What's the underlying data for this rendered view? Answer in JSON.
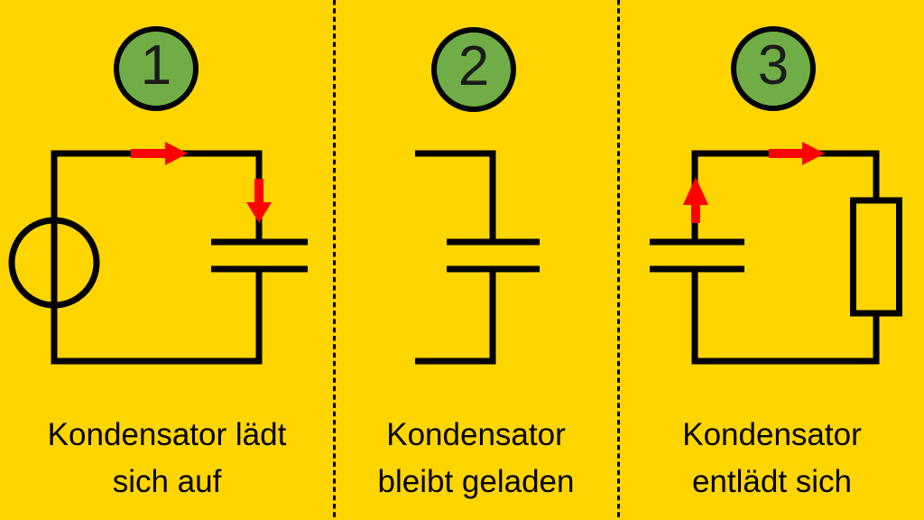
{
  "colors": {
    "background": "#FFD500",
    "badge_fill": "#70AD47",
    "outline": "#000000",
    "arrow": "#FF0000"
  },
  "panels": [
    {
      "number": "1",
      "caption_lines": [
        "Kondensator lädt",
        "sich auf"
      ],
      "components": [
        "voltage-source",
        "capacitor"
      ],
      "current_arrows": [
        "right",
        "down"
      ]
    },
    {
      "number": "2",
      "caption_lines": [
        "Kondensator",
        "bleibt geladen"
      ],
      "components": [
        "capacitor"
      ],
      "current_arrows": []
    },
    {
      "number": "3",
      "caption_lines": [
        "Kondensator",
        "entlädt sich"
      ],
      "components": [
        "capacitor",
        "resistor"
      ],
      "current_arrows": [
        "up",
        "right"
      ]
    }
  ]
}
